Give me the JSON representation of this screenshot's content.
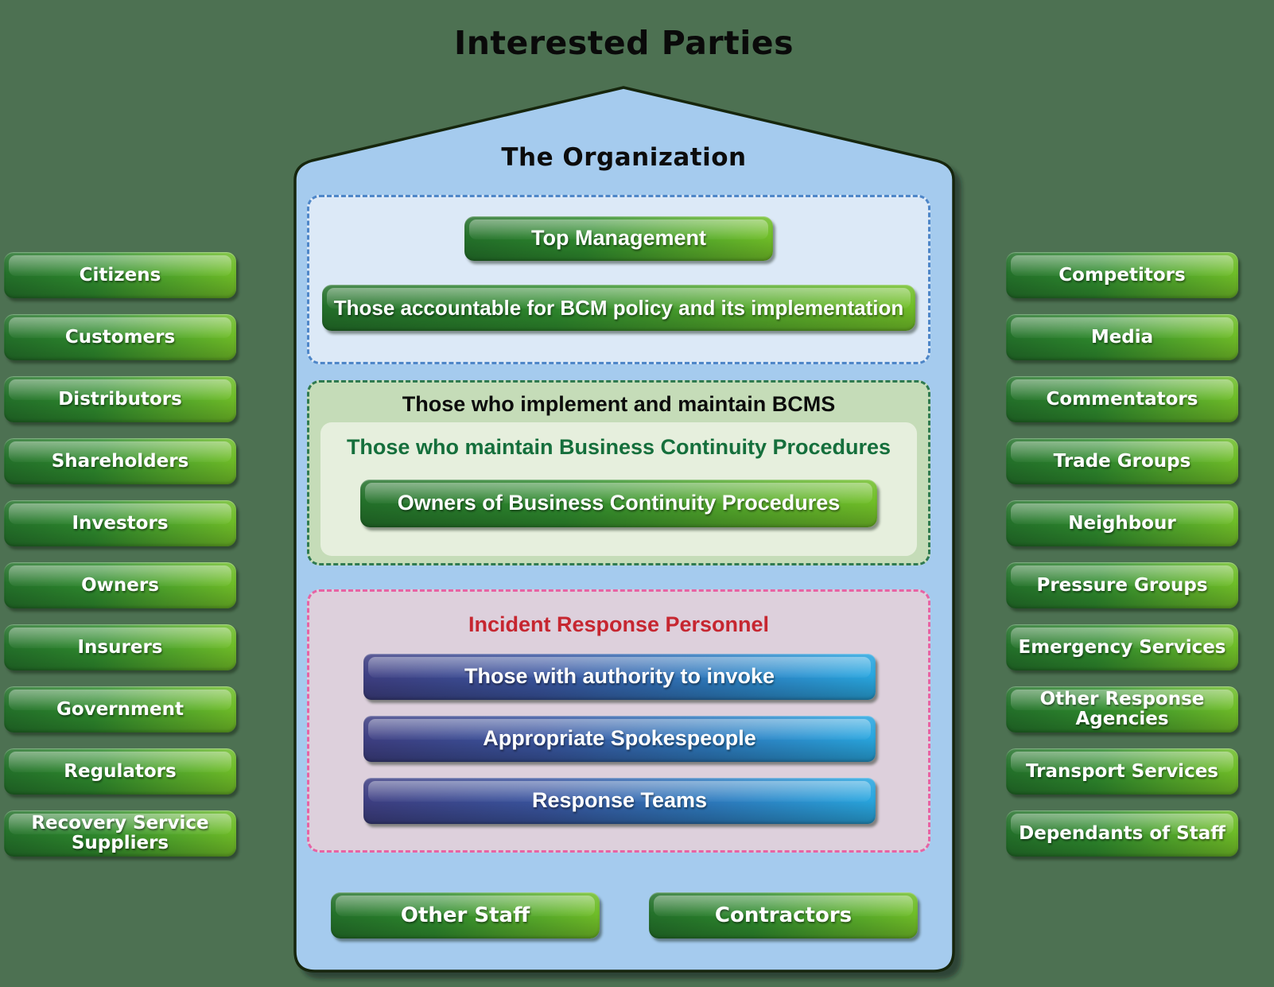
{
  "page_title": "Interested Parties",
  "organization": {
    "title": "The Organization",
    "accountability_section": {
      "primary_button": "Top Management",
      "secondary_button": "Those accountable for BCM policy and its implementation"
    },
    "bcms_section": {
      "title": "Those who implement and maintain BCMS",
      "maintain_group": {
        "title": "Those who maintain Business Continuity Procedures",
        "button": "Owners of Business Continuity Procedures"
      }
    },
    "incident_section": {
      "title": "Incident Response Personnel",
      "buttons": [
        "Those with authority to invoke",
        "Appropriate Spokespeople",
        "Response Teams"
      ]
    },
    "footer_buttons": [
      "Other Staff",
      "Contractors"
    ]
  },
  "left_parties": [
    "Citizens",
    "Customers",
    "Distributors",
    "Shareholders",
    "Investors",
    "Owners",
    "Insurers",
    "Government",
    "Regulators",
    "Recovery Service Suppliers"
  ],
  "right_parties": [
    "Competitors",
    "Media",
    "Commentators",
    "Trade Groups",
    "Neighbour",
    "Pressure Groups",
    "Emergency Services",
    "Other Response Agencies",
    "Transport Services",
    "Dependants of Staff"
  ],
  "colors": {
    "canvas-bg": "#4d7152",
    "house-fill": "#a5cbee",
    "house-stroke": "#18260f",
    "sec1-fill": "#dce9f7",
    "sec1-border": "#4e86c8",
    "sec2-fill": "#c5dcb8",
    "sec2-border": "#2f7a50",
    "sec2-inner-fill": "#e6efdd",
    "sec2-inner-title": "#156f3c",
    "sec3-fill": "#ddd0dc",
    "sec3-border": "#e763a4",
    "sec3-title": "#c62630",
    "green-dark": "#23702a",
    "green-bright": "#72c028",
    "blue-dark": "#3f3f83",
    "blue-bright": "#29a9e2"
  }
}
